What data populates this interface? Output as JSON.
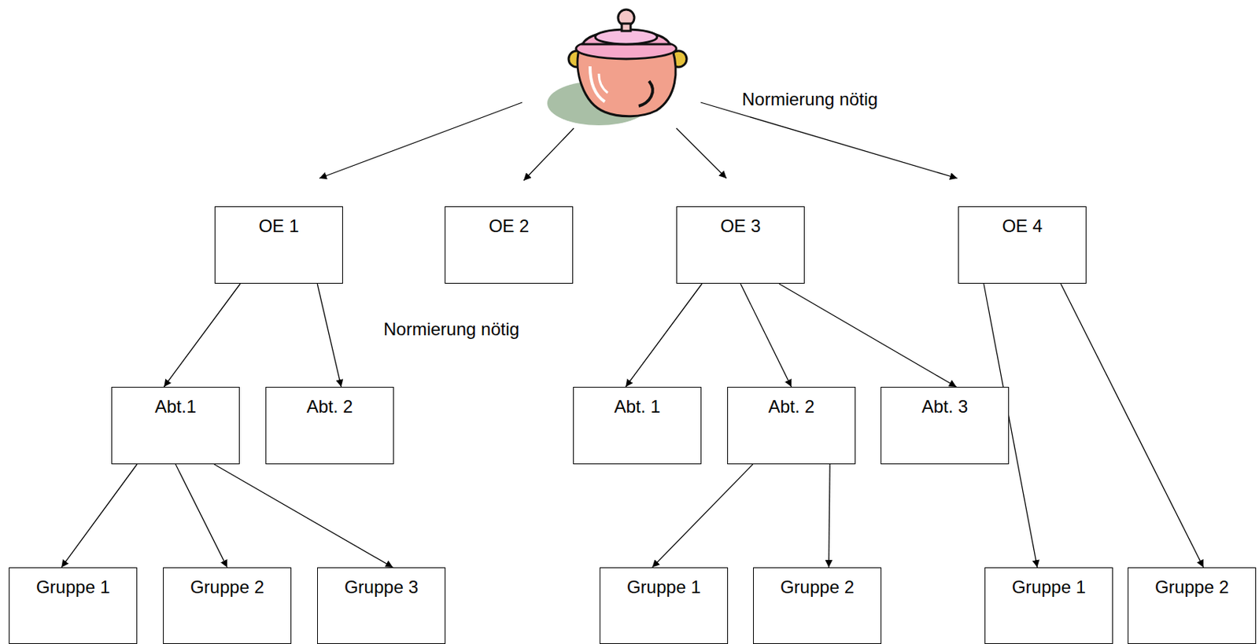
{
  "diagram": {
    "nodes": [
      {
        "text": [
          "OE 1"
        ]
      },
      {
        "text": [
          "OE 2"
        ]
      },
      {
        "text": [
          "OE 3"
        ]
      },
      {
        "text": [
          "OE 4"
        ]
      },
      {
        "text": [
          "Abt.1"
        ]
      },
      {
        "text": [
          "Abt. 2"
        ]
      },
      {
        "text": [
          "Abt. 1"
        ]
      },
      {
        "text": [
          "Abt. 2"
        ]
      },
      {
        "text": [
          "Abt. 3"
        ]
      },
      {
        "text": [
          "Gruppe 1"
        ]
      },
      {
        "text": [
          "Gruppe 2"
        ]
      },
      {
        "text": [
          "Gruppe 3"
        ]
      },
      {
        "text": [
          "Gruppe 1"
        ]
      },
      {
        "text": [
          "Gruppe 2"
        ]
      },
      {
        "text": [
          "Gruppe 1"
        ]
      },
      {
        "text": [
          "Gruppe 2"
        ]
      }
    ],
    "edges": [
      {
        "from": 0,
        "to": 4,
        "arrow": "to"
      },
      {
        "from": 0,
        "to": 5,
        "arrow": "to"
      },
      {
        "from": 4,
        "to": 9,
        "arrow": "to"
      },
      {
        "from": 4,
        "to": 10,
        "arrow": "to"
      },
      {
        "from": 4,
        "to": 11,
        "arrow": "to"
      },
      {
        "from": 2,
        "to": 6,
        "arrow": "to"
      },
      {
        "from": 2,
        "to": 7,
        "arrow": "to"
      },
      {
        "from": 2,
        "to": 8,
        "arrow": "to"
      },
      {
        "from": 7,
        "to": 12,
        "arrow": "to"
      },
      {
        "from": 7,
        "to": 13,
        "arrow": "to"
      },
      {
        "from": 3,
        "to": 14,
        "arrow": "to"
      },
      {
        "from": 3,
        "to": 15,
        "arrow": "to"
      }
    ],
    "labels": [
      "Normierung nötig",
      "Normierung nötig"
    ]
  }
}
